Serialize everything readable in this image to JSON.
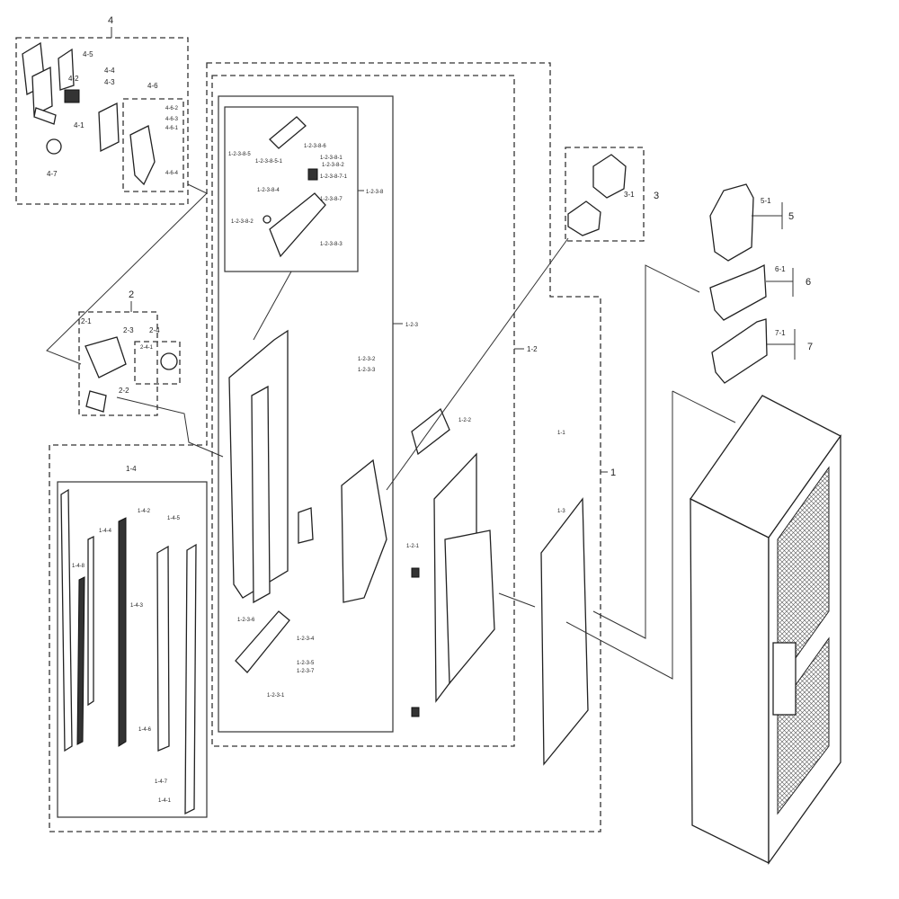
{
  "groups": {
    "g4": "4",
    "g2": "2",
    "g3": "3",
    "g5": "5",
    "g6": "6",
    "g7": "7",
    "g1": "1",
    "g1_2": "1-2",
    "g1_2_3": "1-2-3",
    "g1_4": "1-4",
    "g1_3": "1-3",
    "g1_1": "1-1",
    "g1_2_1": "1-2-1",
    "g1_2_2": "1-2-2",
    "g1_2_3_8": "1-2-3-8",
    "g1_2_3_2": "1-2-3-2",
    "g1_2_3_3": "1-2-3-3"
  },
  "labels": {
    "p4_1": "4-1",
    "p4_2": "4-2",
    "p4_3": "4-3",
    "p4_4": "4-4",
    "p4_5": "4-5",
    "p4_6": "4-6",
    "p4_6_1": "4-6-1",
    "p4_6_2": "4-6-2",
    "p4_6_3": "4-6-3",
    "p4_6_4": "4-6-4",
    "p4_7": "4-7",
    "p2_1": "2-1",
    "p2_2": "2-2",
    "p2_3": "2-3",
    "p2_4": "2-4",
    "p2_4_1": "2-4-1",
    "p3_1": "3-1",
    "p5_1": "5-1",
    "p6_1": "6-1",
    "p7_1": "7-1",
    "p1_4_1": "1-4-1",
    "p1_4_2": "1-4-2",
    "p1_4_3": "1-4-3",
    "p1_4_4": "1-4-4",
    "p1_4_5": "1-4-5",
    "p1_4_6": "1-4-6",
    "p1_4_7": "1-4-7",
    "p1_4_8": "1-4-8",
    "p1_2_3_1": "1-2-3-1",
    "p1_2_3_4": "1-2-3-4",
    "p1_2_3_5": "1-2-3-5",
    "p1_2_3_6": "1-2-3-6",
    "p1_2_3_7": "1-2-3-7",
    "p1_2_3_8_1": "1-2-3-8-1",
    "p1_2_3_8_2": "1-2-3-8-2",
    "p1_2_3_8_3": "1-2-3-8-3",
    "p1_2_3_8_4": "1-2-3-8-4",
    "p1_2_3_8_5": "1-2-3-8-5",
    "p1_2_3_8_6": "1-2-3-8-6",
    "p1_2_3_8_7": "1-2-3-8-7",
    "p1_2_3_8_7_1": "1-2-3-8-7-1",
    "p1_2_3_8_5_1": "1-2-3-8-5-1"
  },
  "colors": {
    "line": "#333333",
    "background": "#ffffff"
  }
}
